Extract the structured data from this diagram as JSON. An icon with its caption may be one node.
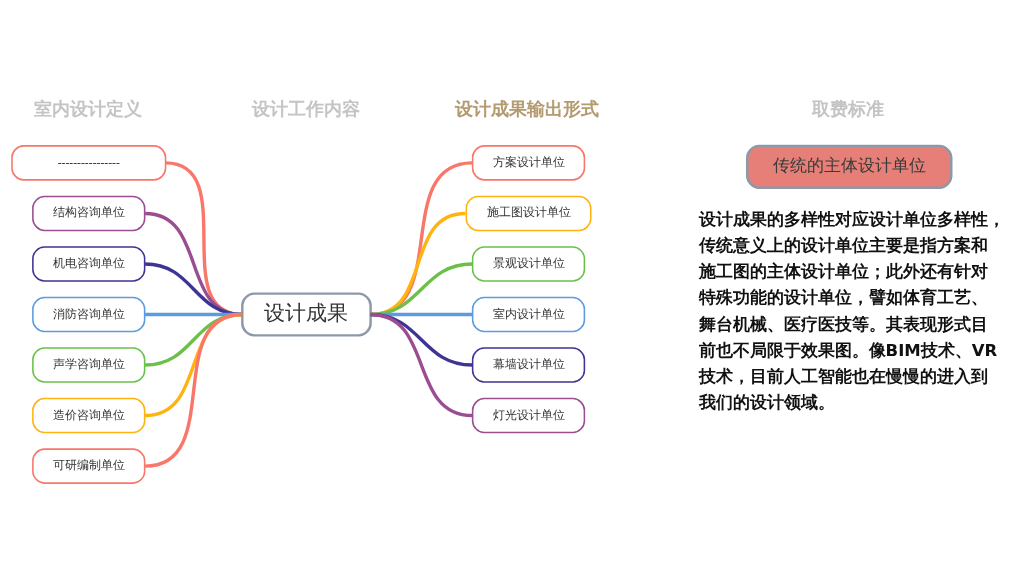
{
  "diagram": {
    "nodes": [
      {
        "text": [
          "----------------"
        ]
      },
      {
        "text": [
          "结构咨询单位"
        ]
      },
      {
        "text": [
          "机电咨询单位"
        ]
      },
      {
        "text": [
          "消防咨询单位"
        ]
      },
      {
        "text": [
          "声学咨询单位"
        ]
      },
      {
        "text": [
          "造价咨询单位"
        ]
      },
      {
        "text": [
          "可研编制单位"
        ]
      },
      {
        "text": [
          "设计成果"
        ]
      },
      {
        "text": [
          "方案设计单位"
        ]
      },
      {
        "text": [
          "施工图设计单位"
        ]
      },
      {
        "text": [
          "景观设计单位"
        ]
      },
      {
        "text": [
          "室内设计单位"
        ]
      },
      {
        "text": [
          "幕墙设计单位"
        ]
      },
      {
        "text": [
          "灯光设计单位"
        ]
      },
      {
        "text": [
          "传统的主体设计单位"
        ]
      }
    ],
    "edges": [
      {
        "from": 7,
        "to": 0,
        "arrow": "none",
        "color": "#f9776a"
      },
      {
        "from": 7,
        "to": 1,
        "arrow": "none",
        "color": "#9b4d92"
      },
      {
        "from": 7,
        "to": 2,
        "arrow": "none",
        "color": "#3e3493"
      },
      {
        "from": 7,
        "to": 3,
        "arrow": "none",
        "color": "#5b9be0"
      },
      {
        "from": 7,
        "to": 4,
        "arrow": "none",
        "color": "#6cc04a"
      },
      {
        "from": 7,
        "to": 5,
        "arrow": "none",
        "color": "#ffb30f"
      },
      {
        "from": 7,
        "to": 6,
        "arrow": "none",
        "color": "#f9776a"
      },
      {
        "from": 7,
        "to": 8,
        "arrow": "none",
        "color": "#f9776a"
      },
      {
        "from": 7,
        "to": 9,
        "arrow": "none",
        "color": "#ffb30f"
      },
      {
        "from": 7,
        "to": 10,
        "arrow": "none",
        "color": "#6cc04a"
      },
      {
        "from": 7,
        "to": 11,
        "arrow": "none",
        "color": "#5b9be0"
      },
      {
        "from": 7,
        "to": 12,
        "arrow": "none",
        "color": "#3e3493"
      },
      {
        "from": 7,
        "to": 13,
        "arrow": "none",
        "color": "#9b4d92"
      }
    ],
    "labels": [
      "室内设计定义",
      "设计工作内容",
      "设计成果输出形式",
      "取费标准",
      "设计成果的多样性对应设计单位多样性，传统意义上的设计单位主要是指方案和施工图的主体设计单位；此外还有针对特殊功能的设计单位，譬如体育工艺、舞台机械、医疗医技等。其表现形式目前也不局限于效果图。像BIM技术、VR技术，目前人工智能也在慢慢的进入到我们的设计领域。"
    ]
  }
}
